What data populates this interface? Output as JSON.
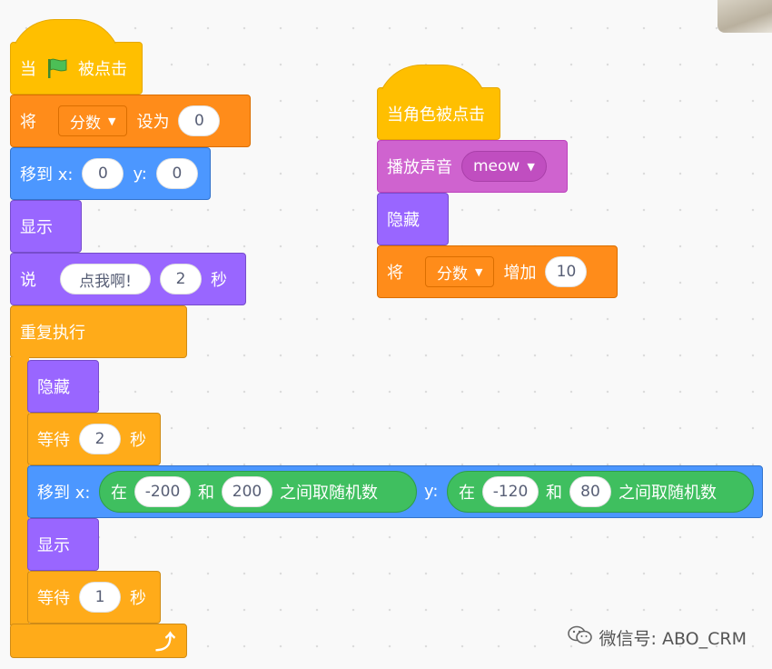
{
  "script1": {
    "hat": {
      "prefix": "当",
      "suffix": "被点击",
      "flag_icon": "green-flag-icon"
    },
    "set_var": {
      "label": "将",
      "var": "分数",
      "op": "设为",
      "value": "0"
    },
    "goto1": {
      "label": "移到 x:",
      "x": "0",
      "ylabel": "y:",
      "y": "0"
    },
    "show1": "显示",
    "say": {
      "label": "说",
      "text": "点我啊!",
      "secs": "2",
      "unit": "秒"
    },
    "forever": "重复执行",
    "hide": "隐藏",
    "wait1": {
      "label": "等待",
      "value": "2",
      "unit": "秒"
    },
    "goto2": {
      "label": "移到 x:",
      "x_rand": {
        "pre": "在",
        "from": "-200",
        "mid": "和",
        "to": "200",
        "post": "之间取随机数"
      },
      "ylabel": "y:",
      "y_rand": {
        "pre": "在",
        "from": "-120",
        "mid": "和",
        "to": "80",
        "post": "之间取随机数"
      }
    },
    "show2": "显示",
    "wait2": {
      "label": "等待",
      "value": "1",
      "unit": "秒"
    },
    "loop_icon": "loop-arrow-icon"
  },
  "script2": {
    "hat": "当角色被点击",
    "play": {
      "label": "播放声音",
      "sound": "meow"
    },
    "hide": "隐藏",
    "change": {
      "label": "将",
      "var": "分数",
      "op": "增加",
      "value": "10"
    }
  },
  "watermark": {
    "icon": "wechat-icon",
    "text": "微信号: ABO_CRM"
  },
  "colors": {
    "event": "#ffbf00",
    "variable": "#ff8c1a",
    "motion": "#4c97ff",
    "looks": "#9966ff",
    "sound": "#cf63cf",
    "control": "#ffab19",
    "operator": "#3fbf5f"
  }
}
